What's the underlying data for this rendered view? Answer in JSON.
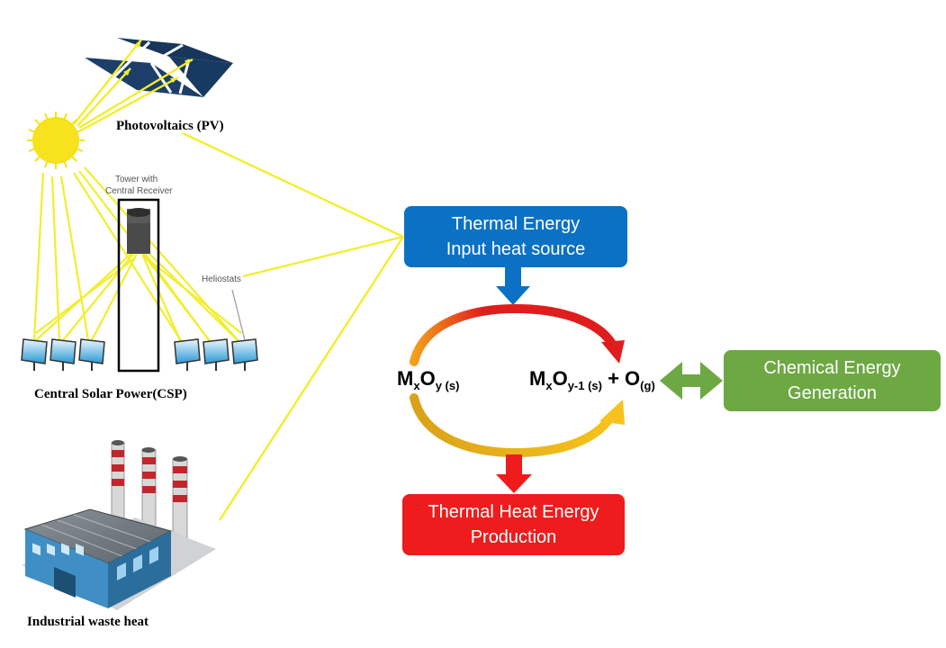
{
  "labels": {
    "pv": "Photovoltaics (PV)",
    "csp": "Central Solar Power(CSP)",
    "industrial": "Industrial waste heat",
    "tower": [
      "Tower with",
      "Central Receiver"
    ],
    "heliostats": "Heliostats"
  },
  "boxes": {
    "thermal_input": {
      "line1": "Thermal Energy",
      "line2": "Input heat source",
      "color": "#0a71c5"
    },
    "chemical": {
      "line1": "Chemical Energy",
      "line2": "Generation",
      "color": "#6ea843"
    },
    "thermal_production": {
      "line1": "Thermal Heat Energy",
      "line2": "Production",
      "color": "#ee1c1c"
    }
  },
  "formulas": {
    "left": {
      "m": "M",
      "x": "x",
      "o": "O",
      "y": "y (s)"
    },
    "right": {
      "m": "M",
      "x": "x",
      "o": "O",
      "y": "y-1 (s)",
      "plus": "+ O",
      "g": "(g)"
    }
  },
  "colors": {
    "sun": "#f5e11a",
    "ray": "#f2ee2c",
    "cycle_top": "#e01d1d",
    "cycle_bottom": "#f3b51a",
    "arrow_blue": "#0a71c5",
    "arrow_red": "#ee1c1c",
    "arrow_green": "#6ea843"
  },
  "icons": [
    "sun-icon",
    "solar-panel-icon",
    "tower-icon",
    "heliostat-icon",
    "factory-icon"
  ]
}
